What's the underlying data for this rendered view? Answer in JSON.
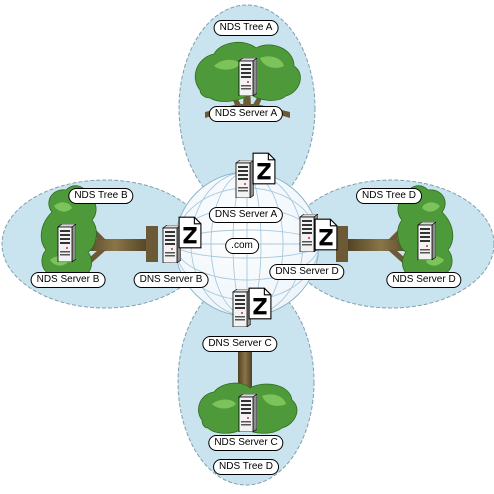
{
  "trees": {
    "a": {
      "tree_label": "NDS Tree A",
      "server_label": "NDS Server A"
    },
    "b": {
      "tree_label": "NDS Tree B",
      "server_label": "NDS Server B"
    },
    "c": {
      "tree_label": "NDS Tree D",
      "server_label": "NDS Server C"
    },
    "d": {
      "tree_label": "NDS Tree D",
      "server_label": "NDS Server D"
    }
  },
  "dns": {
    "a": "DNS Server A",
    "b": "DNS Server B",
    "c": "DNS Server C",
    "d": "DNS Server D"
  },
  "globe": {
    "domain_label": ".com"
  },
  "colors": {
    "ellipse_fill": "#c9e4ef",
    "ellipse_stroke": "#7f9fb0",
    "foliage": "#4e9a3a",
    "foliage_light": "#7cc35c",
    "trunk": "#6b5a35",
    "globe_line": "#a9c9de"
  },
  "icons": {
    "server": "server-tower-icon",
    "dns_file": "zone-file-icon",
    "tree": "tree-icon"
  }
}
